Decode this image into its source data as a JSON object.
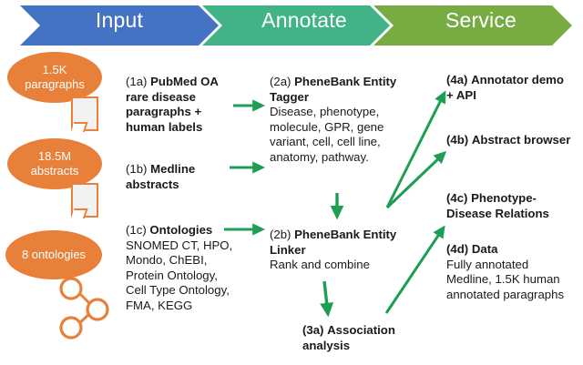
{
  "banner": {
    "stages": [
      {
        "label": "Input",
        "color": "#4573C4"
      },
      {
        "label": "Annotate",
        "color": "#42B387"
      },
      {
        "label": "Service",
        "color": "#77AC43"
      }
    ]
  },
  "colors": {
    "orange": "#E8803A",
    "arrow_green": "#1E9E52",
    "text": "#1a1a1a",
    "doc_fill": "#F2F2F2"
  },
  "inputs": {
    "ovals": [
      {
        "line1": "1.5K",
        "line2": "paragraphs"
      },
      {
        "line1": "18.5M",
        "line2": "abstracts"
      },
      {
        "line1": "8 ontologies",
        "line2": ""
      }
    ],
    "icons": [
      {
        "name": "document-icon"
      },
      {
        "name": "document-icon"
      },
      {
        "name": "ontology-graph-icon"
      }
    ]
  },
  "column_input": {
    "items": [
      {
        "tag": "(1a)",
        "title": "PubMed OA rare disease paragraphs + human labels",
        "body": ""
      },
      {
        "tag": "(1b)",
        "title": "Medline abstracts",
        "body": ""
      },
      {
        "tag": "(1c)",
        "title": "Ontologies",
        "body": "SNOMED CT, HPO, Mondo, ChEBI, Protein Ontology, Cell Type Ontology, FMA, KEGG"
      }
    ]
  },
  "column_annotate": {
    "items": [
      {
        "tag": "(2a)",
        "title": "PheneBank Entity Tagger",
        "body": "Disease, phenotype, molecule, GPR, gene variant, cell, cell line, anatomy, pathway."
      },
      {
        "tag": "(2b)",
        "title": "PheneBank Entity Linker",
        "body": "Rank and combine"
      },
      {
        "tag": "(3a)",
        "title": "Association analysis",
        "body": ""
      }
    ]
  },
  "column_service": {
    "items": [
      {
        "tag": "(4a)",
        "title": "Annotator demo + API",
        "body": ""
      },
      {
        "tag": "(4b)",
        "title": "Abstract browser",
        "body": ""
      },
      {
        "tag": "(4c)",
        "title": "Phenotype-Disease Relations",
        "body": ""
      },
      {
        "tag": "(4d)",
        "title": "Data",
        "body": "Fully annotated Medline, 1.5K human annotated paragraphs"
      }
    ]
  },
  "arrows": [
    {
      "name": "arrow-1a-to-2a",
      "kind": "horizontal"
    },
    {
      "name": "arrow-1b-to-2a",
      "kind": "horizontal"
    },
    {
      "name": "arrow-1c-to-2b",
      "kind": "horizontal"
    },
    {
      "name": "arrow-2a-to-2b",
      "kind": "vertical"
    },
    {
      "name": "arrow-2b-to-3a",
      "kind": "vertical"
    },
    {
      "name": "arrow-2b-to-4a",
      "kind": "diagonal"
    },
    {
      "name": "arrow-2b-to-4b",
      "kind": "diagonal"
    },
    {
      "name": "arrow-3a-to-4c",
      "kind": "diagonal"
    }
  ]
}
